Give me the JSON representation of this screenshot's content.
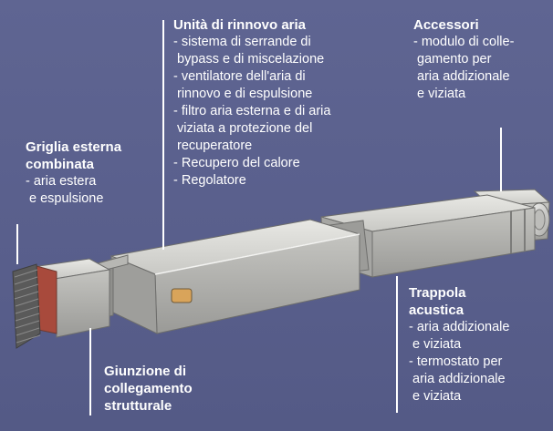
{
  "labels": {
    "unita": {
      "title": "Unità di rinnovo aria",
      "items": [
        "- sistema di serrande di",
        "  bypass e  di miscelazione",
        "- ventilatore dell'aria di",
        "  rinnovo  e di espulsione",
        "- filtro aria esterna e di aria",
        "  viziata a protezione del",
        "  recuperatore",
        "- Recupero del calore",
        "- Regolatore"
      ]
    },
    "accessori": {
      "title": "Accessori",
      "items": [
        "- modulo di colle-",
        "  gamento per",
        "  aria addizionale",
        "  e viziata"
      ]
    },
    "griglia": {
      "title_lines": [
        "Griglia esterna",
        "combinata"
      ],
      "items": [
        "- aria estera",
        "  e espulsione"
      ]
    },
    "trappola": {
      "title_lines": [
        "Trappola",
        "acustica"
      ],
      "items": [
        "- aria addizionale",
        "  e viziata",
        "- termostato per",
        "  aria addizionale",
        "  e viziata"
      ]
    },
    "giunzione": {
      "title_lines": [
        "Giunzione di",
        "collegamento",
        "strutturale"
      ]
    }
  },
  "colors": {
    "background": "#5c6290",
    "text": "#ffffff",
    "duct_light": "#dcdcd8",
    "duct_mid": "#b9b9b6",
    "duct_dark": "#8c8c8a",
    "frame_red": "#a84a3c",
    "grille": "#5a5a5a"
  }
}
